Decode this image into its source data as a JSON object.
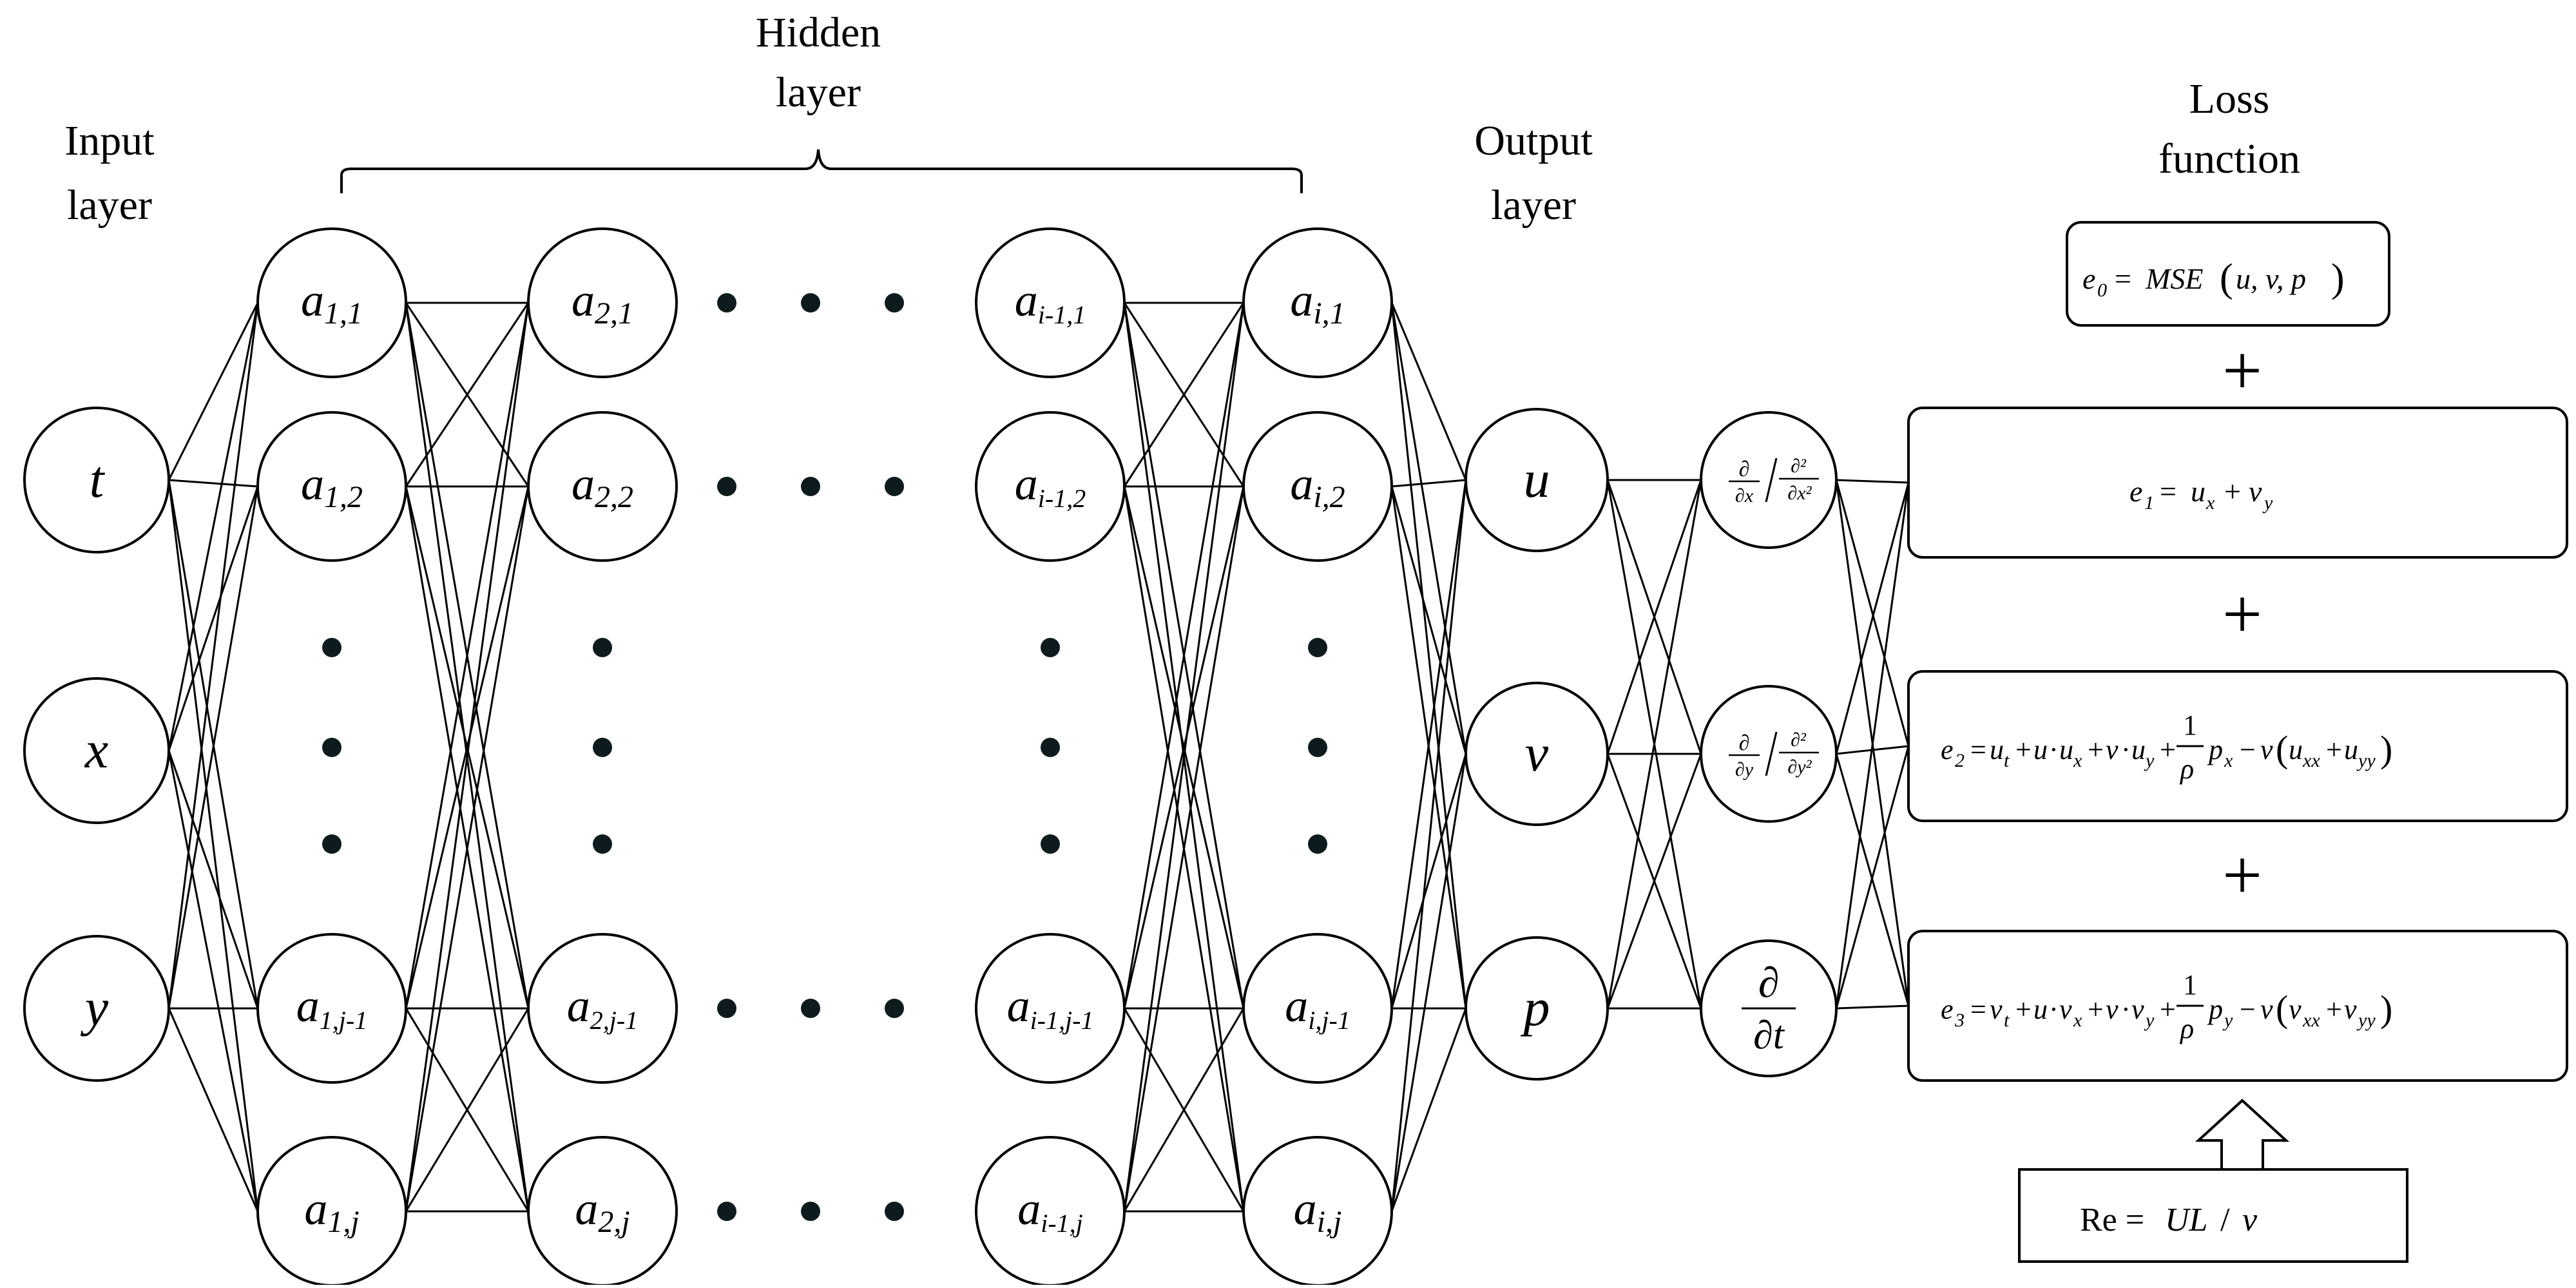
{
  "labels": {
    "input_layer": [
      "Input",
      "layer"
    ],
    "hidden_layer": [
      "Hidden",
      "layer"
    ],
    "output_layer": [
      "Output",
      "layer"
    ],
    "loss_function": [
      "Loss",
      "function"
    ]
  },
  "input_nodes": [
    "t",
    "x",
    "y"
  ],
  "hidden_columns": [
    {
      "nodes": [
        [
          "a",
          "1,1"
        ],
        [
          "a",
          "1,2"
        ],
        [
          "a",
          "1,j-1"
        ],
        [
          "a",
          "1,j"
        ]
      ]
    },
    {
      "nodes": [
        [
          "a",
          "2,1"
        ],
        [
          "a",
          "2,2"
        ],
        [
          "a",
          "2,j-1"
        ],
        [
          "a",
          "2,j"
        ]
      ]
    },
    {
      "nodes": [
        [
          "a",
          "i-1,1"
        ],
        [
          "a",
          "i-1,2"
        ],
        [
          "a",
          "i-1,j-1"
        ],
        [
          "a",
          "i-1,j"
        ]
      ]
    },
    {
      "nodes": [
        [
          "a",
          "i,1"
        ],
        [
          "a",
          "i,2"
        ],
        [
          "a",
          "i,j-1"
        ],
        [
          "a",
          "i,j"
        ]
      ]
    }
  ],
  "output_nodes": [
    "u",
    "v",
    "p"
  ],
  "derivative_nodes": [
    {
      "type": "ratio",
      "num1": "∂",
      "den1": "∂x",
      "num2": "∂²",
      "den2": "∂x²"
    },
    {
      "type": "ratio",
      "num1": "∂",
      "den1": "∂y",
      "num2": "∂²",
      "den2": "∂y²"
    },
    {
      "type": "single",
      "num": "∂",
      "den": "∂t"
    }
  ],
  "loss_terms": {
    "e0": "e₀ = MSE(u, v, p)",
    "e1": "e₁ = uₓ + vᵧ",
    "e2": "e₂ = uₜ + u·uₓ + v·uᵧ + (1/ρ)pₓ − ν(uₓₓ + uᵧᵧ)",
    "e3": "e₃ = vₜ + u·vₓ + v·vᵧ + (1/ρ)pᵧ − ν(vₓₓ + vᵧᵧ)"
  },
  "plus_sign": "+",
  "reynolds": "Re = UL / ν"
}
